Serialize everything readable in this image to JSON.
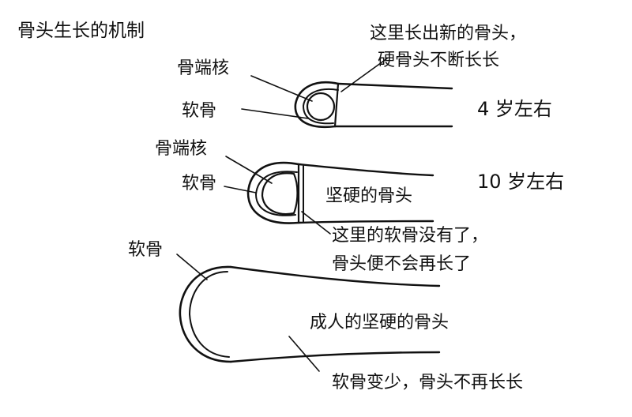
{
  "title": "骨头生长的机制",
  "stage1": {
    "epiphysis_label": "骨端核",
    "cartilage_label": "软骨",
    "note_line1": "这里长出新的骨头，",
    "note_line2": "硬骨头不断长长",
    "age": "4 岁左右"
  },
  "stage2": {
    "epiphysis_label": "骨端核",
    "cartilage_label": "软骨",
    "bone_label": "坚硬的骨头",
    "age": "10 岁左右",
    "note_line1": "这里的软骨没有了，",
    "note_line2": "骨头便不会再长了"
  },
  "stage3": {
    "cartilage_label": "软骨",
    "bone_label": "成人的坚硬的骨头",
    "note": "软骨变少，骨头不再长长"
  },
  "colors": {
    "ink": "#111111",
    "cartilage_fill": "#ffffff",
    "background": "#ffffff"
  }
}
